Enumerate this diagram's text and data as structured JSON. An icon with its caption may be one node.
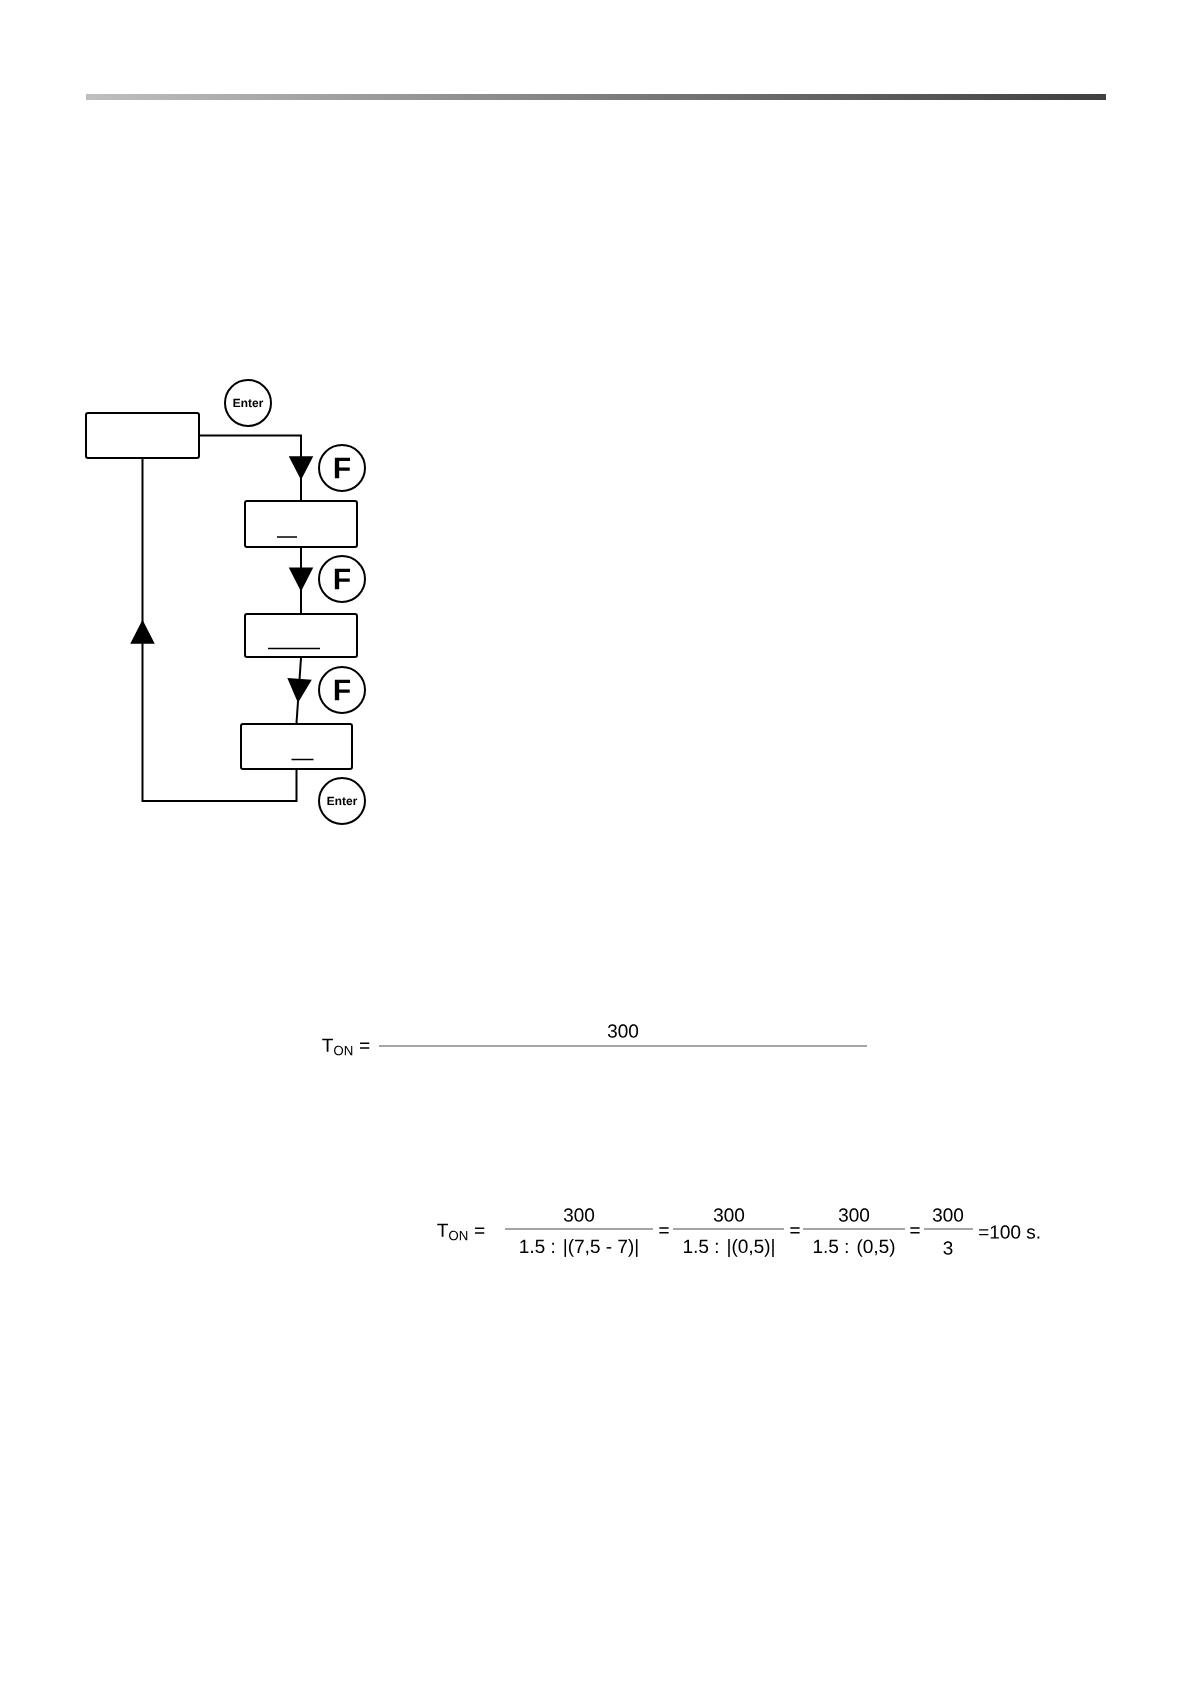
{
  "diagram": {
    "nodes": [
      {
        "text": [],
        "shape": "box"
      },
      {
        "text": [
          "Enter"
        ]
      },
      {
        "text": [
          "F"
        ]
      },
      {
        "text": [],
        "shape": "box"
      },
      {
        "text": [
          "F"
        ]
      },
      {
        "text": [],
        "shape": "box"
      },
      {
        "text": [
          "F"
        ]
      },
      {
        "text": [],
        "shape": "box"
      },
      {
        "text": [
          "Enter"
        ]
      }
    ],
    "edges": [
      {
        "from": 0,
        "to": 3,
        "arrow": "to"
      },
      {
        "from": 3,
        "to": 5,
        "arrow": "to"
      },
      {
        "from": 5,
        "to": 7,
        "arrow": "to"
      },
      {
        "from": 7,
        "to": 0,
        "arrow": "to"
      }
    ],
    "labels": [
      "300",
      "T$_{ON}$ =",
      "300",
      "300",
      "300",
      "300",
      "T$_{ON}$ =",
      "=",
      "=",
      "=",
      "=100 s.",
      "1.5 : |(7,5 - 7)|",
      "1.5 : |(0,5)|",
      "1.5 : (0,5)",
      "3"
    ]
  }
}
